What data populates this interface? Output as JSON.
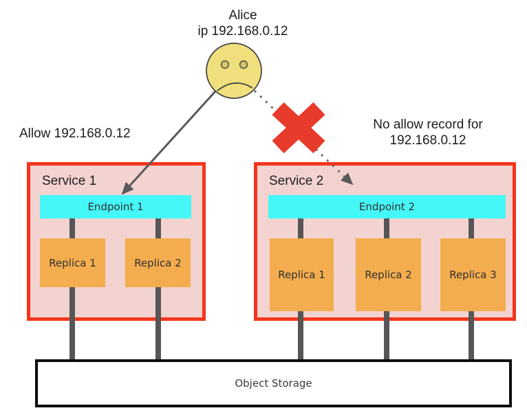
{
  "alice": {
    "line1": "Alice",
    "line2": "ip 192.168.0.12"
  },
  "annotations": {
    "allow": "Allow 192.168.0.12",
    "deny_line1": "No allow record for",
    "deny_line2": "192.168.0.12"
  },
  "services": [
    {
      "name": "Service 1",
      "endpoint": "Endpoint 1",
      "replicas": [
        "Replica 1",
        "Replica 2"
      ]
    },
    {
      "name": "Service 2",
      "endpoint": "Endpoint 2",
      "replicas": [
        "Replica 1",
        "Replica 2",
        "Replica 3"
      ]
    }
  ],
  "storage": {
    "label": "Object Storage"
  },
  "icons": {
    "user": "sad-face-icon",
    "blocked": "red-cross-icon",
    "allowed_path": "solid-arrow-icon",
    "blocked_path": "dotted-arrow-icon"
  },
  "colors": {
    "red_border": "#f4351d",
    "x_red": "#e83b2b",
    "pink_fill": "#f3d3d0",
    "cyan": "#46f7f7",
    "orange": "#f4ad4e",
    "face_yellow": "#efe07d",
    "connector_gray": "#565656",
    "arrow_gray": "#595959",
    "storage_border": "#0d0d0d"
  }
}
